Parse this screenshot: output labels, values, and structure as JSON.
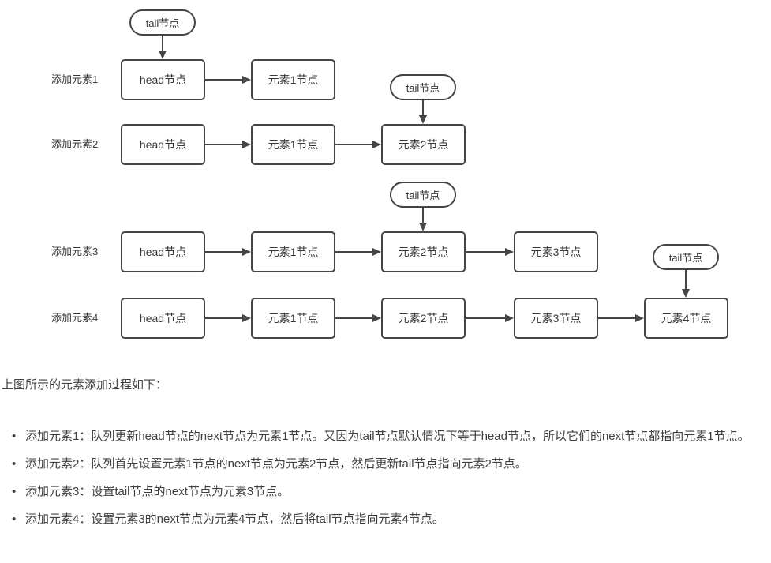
{
  "diagram": {
    "tail_label": "tail节点",
    "rows": [
      {
        "label": "添加元素1",
        "nodes": [
          {
            "label": "head节点"
          },
          {
            "label": "元素1节点"
          }
        ]
      },
      {
        "label": "添加元素2",
        "nodes": [
          {
            "label": "head节点"
          },
          {
            "label": "元素1节点"
          },
          {
            "label": "元素2节点"
          }
        ]
      },
      {
        "label": "添加元素3",
        "nodes": [
          {
            "label": "head节点"
          },
          {
            "label": "元素1节点"
          },
          {
            "label": "元素2节点"
          },
          {
            "label": "元素3节点"
          }
        ]
      },
      {
        "label": "添加元素4",
        "nodes": [
          {
            "label": "head节点"
          },
          {
            "label": "元素1节点"
          },
          {
            "label": "元素2节点"
          },
          {
            "label": "元素3节点"
          },
          {
            "label": "元素4节点"
          }
        ]
      }
    ]
  },
  "text": {
    "intro": "上图所示的元素添加过程如下：",
    "bullets": [
      "添加元素1：队列更新head节点的next节点为元素1节点。又因为tail节点默认情况下等于head节点，所以它们的next节点都指向元素1节点。",
      "添加元素2：队列首先设置元素1节点的next节点为元素2节点，然后更新tail节点指向元素2节点。",
      "添加元素3：设置tail节点的next节点为元素3节点。",
      "添加元素4：设置元素3的next节点为元素4节点，然后将tail节点指向元素4节点。"
    ]
  },
  "colors": {
    "line": "#454545",
    "node_text": "#383838",
    "body_text": "#3d4043",
    "background": "#ffffff"
  }
}
